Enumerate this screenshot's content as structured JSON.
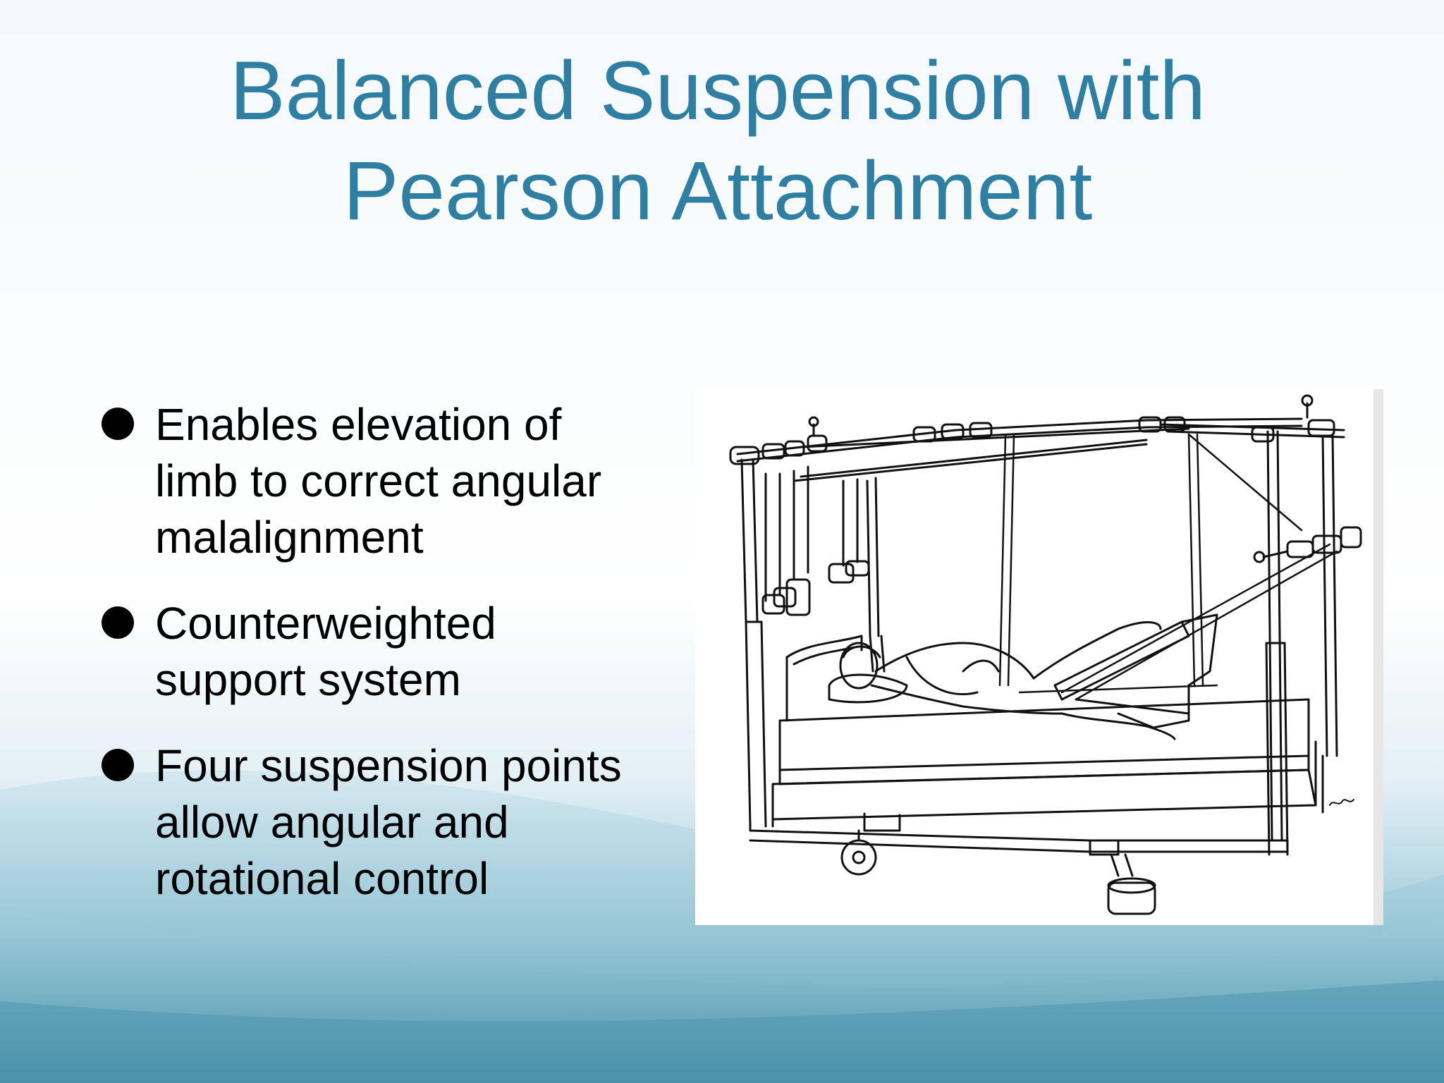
{
  "slide": {
    "title_lines": [
      "Balanced Suspension with",
      "Pearson Attachment"
    ],
    "bullets": [
      {
        "lines": [
          "Enables elevation of",
          "limb to correct angular",
          "malalignment"
        ]
      },
      {
        "lines": [
          "Counterweighted",
          "support system"
        ]
      },
      {
        "lines": [
          "Four suspension points",
          "allow angular and",
          "rotational control"
        ]
      }
    ]
  },
  "figure": {
    "subject": "traction-bed-illustration"
  },
  "colors": {
    "title": "#2e7fa1",
    "text": "#000000",
    "wave": "#5aa3b8"
  }
}
